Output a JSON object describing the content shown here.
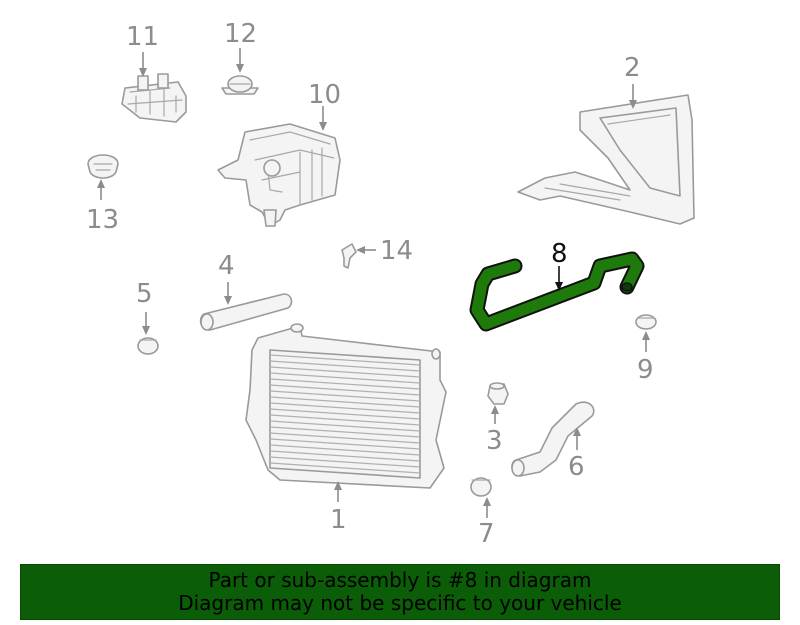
{
  "diagram": {
    "highlight_color": "#1e7a0a",
    "callouts": {
      "c1": "1",
      "c2": "2",
      "c3": "3",
      "c4": "4",
      "c5": "5",
      "c6": "6",
      "c7": "7",
      "c8": "8",
      "c9": "9",
      "c10": "10",
      "c11": "11",
      "c12": "12",
      "c13": "13",
      "c14": "14"
    }
  },
  "banner": {
    "line1": "Part or sub-assembly is #8 in diagram",
    "line2": "Diagram may not be specific to your vehicle",
    "background": "#0b5e07"
  }
}
